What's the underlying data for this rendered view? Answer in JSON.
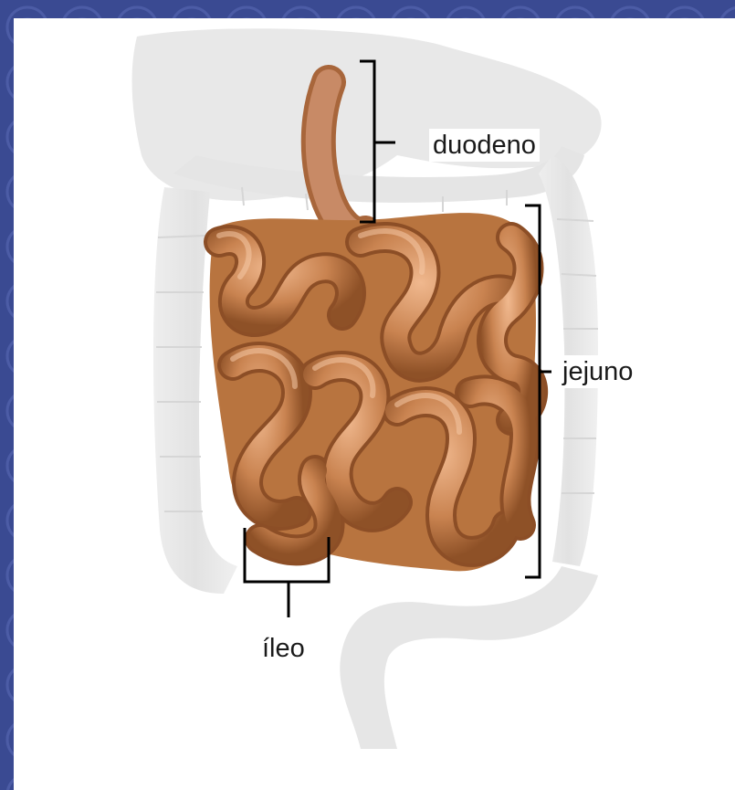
{
  "colors": {
    "background": "#3a4a92",
    "panel": "#ffffff",
    "intestine": "#c98350",
    "organ_ghost": "#e3e3e3",
    "bracket": "#000000"
  },
  "labels": {
    "duodeno": "duodeno",
    "jejuno": "jejuno",
    "ileo": "íleo"
  }
}
